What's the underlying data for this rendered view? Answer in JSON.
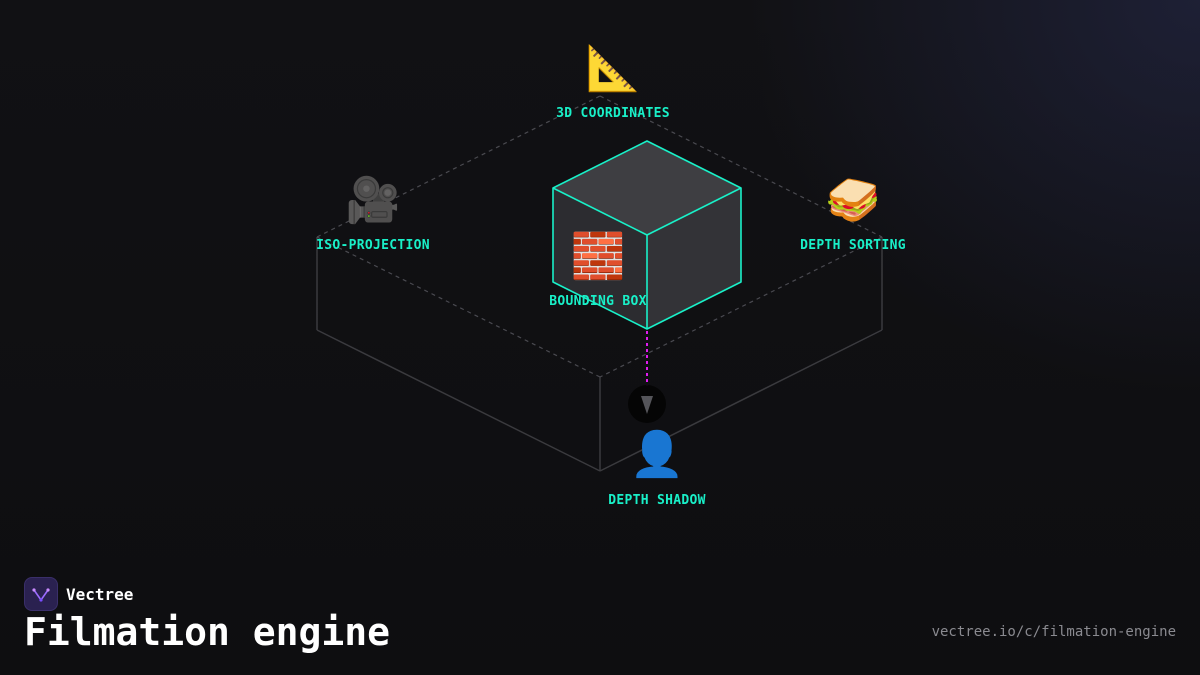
{
  "diagram": {
    "nodes": [
      {
        "id": "coords",
        "label": "3D COORDINATES",
        "icon": "triangular-ruler",
        "glyph": "📐"
      },
      {
        "id": "iso",
        "label": "ISO-PROJECTION",
        "icon": "movie-camera",
        "glyph": "🎥"
      },
      {
        "id": "sort",
        "label": "DEPTH SORTING",
        "icon": "sandwich",
        "glyph": "🥪"
      },
      {
        "id": "bbox",
        "label": "BOUNDING BOX",
        "icon": "brick",
        "glyph": "🧱"
      },
      {
        "id": "shadow",
        "label": "DEPTH SHADOW",
        "icon": "person-silhouette",
        "glyph": "👤"
      }
    ],
    "colors": {
      "accent": "#19f0c8",
      "shadow_line": "#e01cf0",
      "outline": "#3a3a3e",
      "background": "#111114"
    }
  },
  "brand": {
    "name": "Vectree",
    "logo_icon": "vectree-logo"
  },
  "title": "Filmation engine",
  "url": "vectree.io/c/filmation-engine"
}
